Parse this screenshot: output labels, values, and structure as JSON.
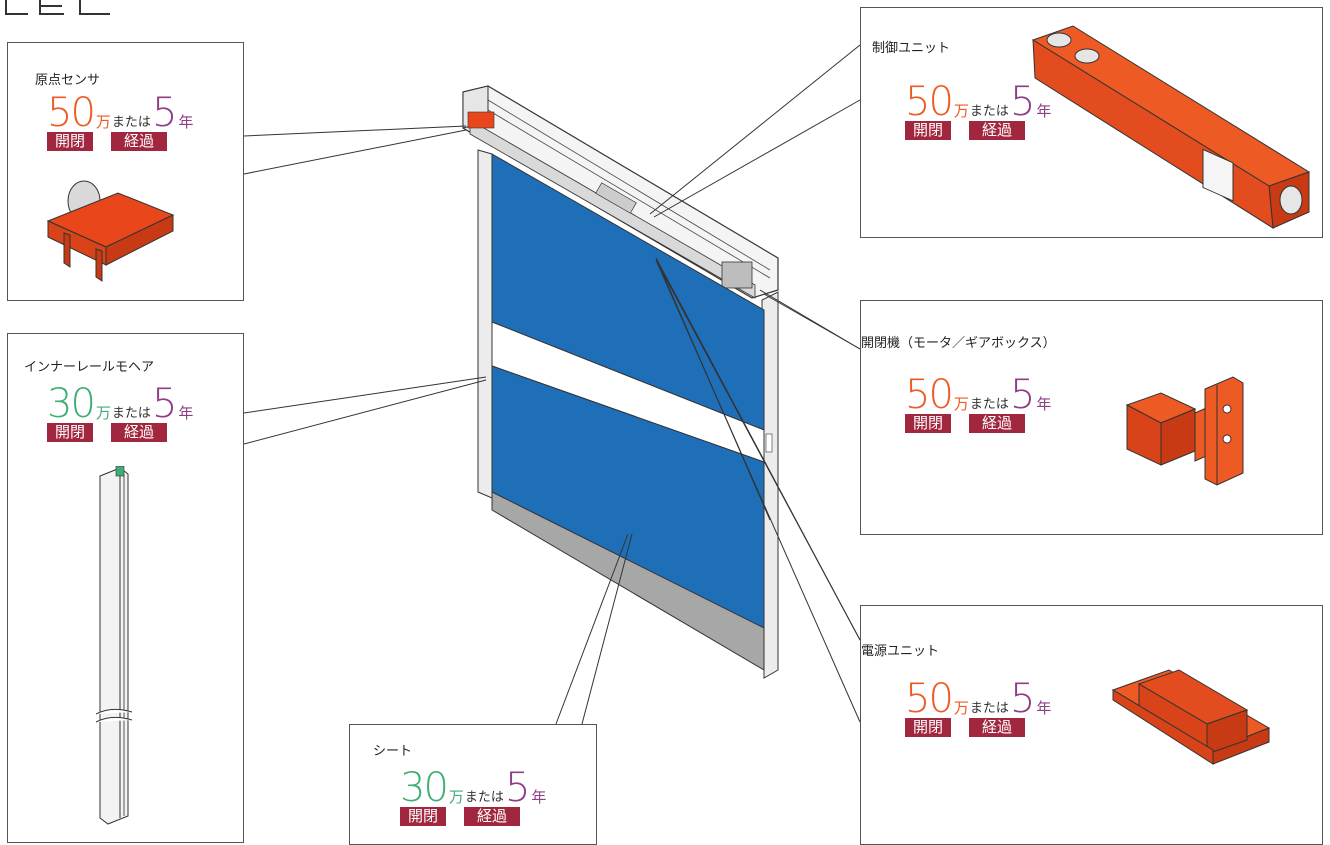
{
  "panels": {
    "origin_sensor": {
      "title": "原点センサ",
      "num": "50",
      "unit": "万",
      "sep": "または",
      "years": "5",
      "year_unit": "年",
      "tag1": "開閉",
      "tag2": "経過",
      "num_color": "#ee5a24"
    },
    "inner_rail": {
      "title": "インナーレールモヘア",
      "num": "30",
      "unit": "万",
      "sep": "または",
      "years": "5",
      "year_unit": "年",
      "tag1": "開閉",
      "tag2": "経過",
      "num_color": "#3fae73"
    },
    "control_unit": {
      "title": "制御ユニット",
      "num": "50",
      "unit": "万",
      "sep": "または",
      "years": "5",
      "year_unit": "年",
      "tag1": "開閉",
      "tag2": "経過",
      "num_color": "#ee5a24"
    },
    "opener": {
      "title": "開閉機（モータ／ギアボックス）",
      "num": "50",
      "unit": "万",
      "sep": "または",
      "years": "5",
      "year_unit": "年",
      "tag1": "開閉",
      "tag2": "経過",
      "num_color": "#ee5a24"
    },
    "power_unit": {
      "title": "電源ユニット",
      "num": "50",
      "unit": "万",
      "sep": "または",
      "years": "5",
      "year_unit": "年",
      "tag1": "開閉",
      "tag2": "経過",
      "num_color": "#ee5a24"
    },
    "sheet": {
      "title": "シート",
      "num": "30",
      "unit": "万",
      "sep": "または",
      "years": "5",
      "year_unit": "年",
      "tag1": "開閉",
      "tag2": "経過",
      "num_color": "#3fae73"
    }
  },
  "colors": {
    "part_orange": "#e9461c",
    "door_blue": "#1f6fb8",
    "tag_bg": "#a1273f",
    "year_purple": "#8e3d86"
  }
}
